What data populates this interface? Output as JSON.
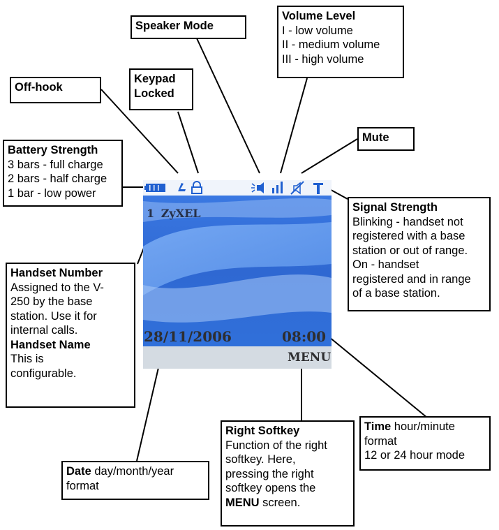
{
  "screen": {
    "handset_number": "1",
    "handset_name": "ZyXEL",
    "date": "28/11/2006",
    "time": "08:00",
    "softkey": "MENU",
    "icons": [
      "battery-icon",
      "off-hook-icon",
      "keypad-lock-icon",
      "speaker-icon",
      "volume-bars-icon",
      "mute-icon",
      "signal-antenna-icon"
    ],
    "colors": {
      "status_bar": "#f0f4fb",
      "icon": "#1f5fd0",
      "screen_blue": "#2f6fdc",
      "softkey_bar": "#d4dbe2"
    }
  },
  "callouts": {
    "speaker_mode": {
      "title": "Speaker Mode"
    },
    "volume_level": {
      "title": "Volume Level",
      "lines": [
        "I - low volume",
        "II - medium volume",
        "III - high volume"
      ]
    },
    "off_hook": {
      "title": "Off-hook"
    },
    "keypad_locked": {
      "title_line1": "Keypad",
      "title_line2": "Locked"
    },
    "mute": {
      "title": "Mute"
    },
    "battery_strength": {
      "title": "Battery Strength",
      "lines": [
        "3 bars - full charge",
        "2 bars - half charge",
        "1 bar - low power"
      ]
    },
    "signal_strength": {
      "title": "Signal Strength",
      "lines": [
        "Blinking - handset not",
        "registered with a base",
        "station or out of range.",
        "On - handset",
        "registered and in range",
        "of a base station."
      ]
    },
    "handset_number": {
      "title": "Handset Number",
      "lines": [
        "Assigned to the V-",
        "250 by the base",
        "station. Use it for",
        "internal calls."
      ],
      "title2": "Handset Name",
      "lines2": [
        "This is",
        "configurable."
      ]
    },
    "right_softkey": {
      "title": "Right Softkey",
      "lines": [
        "Function of the right",
        "softkey. Here,",
        "pressing the right",
        "softkey opens the"
      ],
      "last_bold": "MENU",
      "last_rest": " screen."
    },
    "time": {
      "bold": "Time",
      "rest": " hour/minute",
      "lines": [
        "format",
        "12 or 24 hour mode"
      ]
    },
    "date": {
      "bold": "Date",
      "rest": " day/month/year",
      "lines": [
        "format"
      ]
    }
  }
}
